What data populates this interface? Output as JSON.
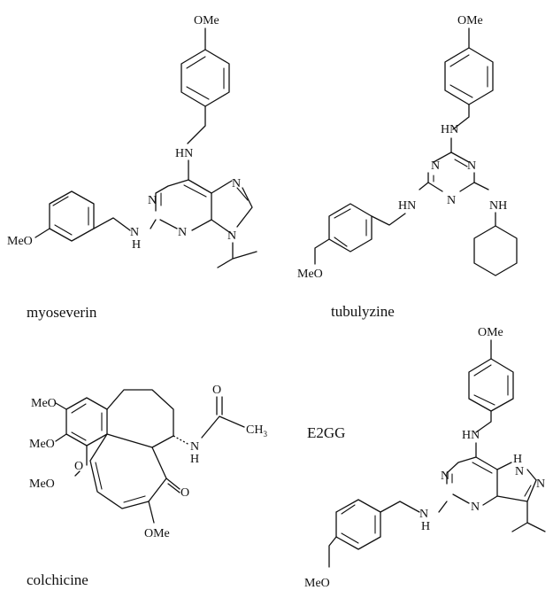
{
  "molecules": [
    {
      "name": "myoseverin"
    },
    {
      "name": "tubulyzine"
    },
    {
      "name": "colchicine"
    },
    {
      "name": "E2GG"
    }
  ],
  "atoms": {
    "ome": "OMe",
    "meo": "MeO",
    "hn": "HN",
    "nh": "NH",
    "n": "N",
    "h": "H",
    "o": "O",
    "ch": "CH",
    "ch_sub": "3"
  }
}
